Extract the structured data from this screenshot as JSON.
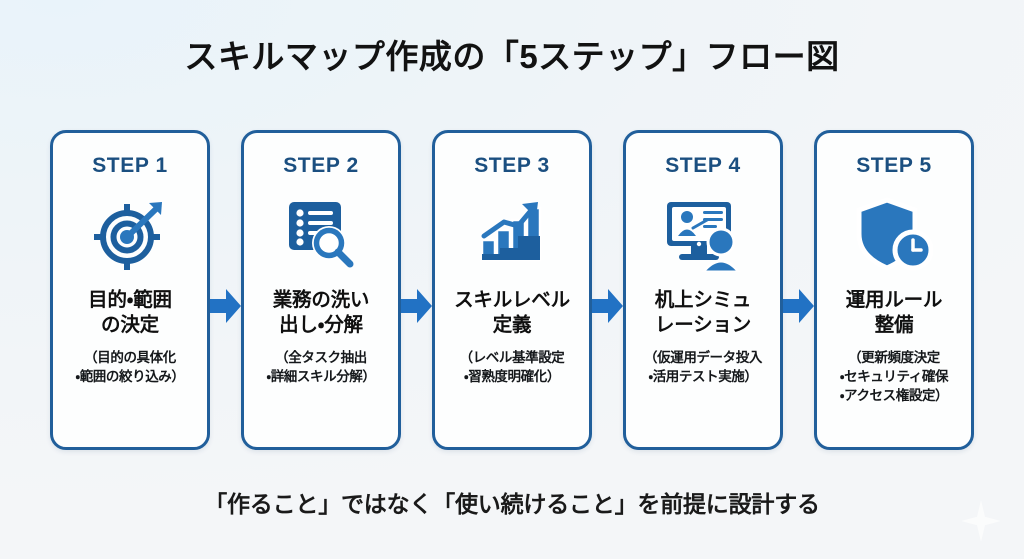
{
  "page": {
    "title": "スキルマップ作成の「5ステップ」フロー図",
    "footer": "「作ること」ではなく「使い続けること」を前提に設計する"
  },
  "colors": {
    "card_border": "#215f9b",
    "step_label": "#1b4f80",
    "arrow": "#2272c4",
    "icon_dark": "#1d5f9e",
    "icon_mid": "#2a77bd",
    "title_text": "#121212",
    "background_light": "#e9f3fa",
    "background_grey": "#f4f6f8"
  },
  "steps": [
    {
      "label": "STEP 1",
      "icon": "target-arrow-icon",
      "title": "目的・範囲\nの決定",
      "title_lines": [
        "目的・範囲",
        "の決定"
      ],
      "sub_lines": [
        "（目的の具体化",
        "・範囲の絞り込み）"
      ]
    },
    {
      "label": "STEP 2",
      "icon": "checklist-magnifier-icon",
      "title": "業務の洗い\n出し・分解",
      "title_lines": [
        "業務の洗い",
        "出し・分解"
      ],
      "sub_lines": [
        "（全タスク抽出",
        "・詳細スキル分解）"
      ]
    },
    {
      "label": "STEP 3",
      "icon": "growth-bar-chart-icon",
      "title": "スキルレベル\n定義",
      "title_lines": [
        "スキルレベル",
        "定義"
      ],
      "sub_lines": [
        "（レベル基準設定",
        "・習熟度明確化）"
      ]
    },
    {
      "label": "STEP 4",
      "icon": "presentation-monitor-icon",
      "title": "机上シミュ\nレーション",
      "title_lines": [
        "机上シミュ",
        "レーション"
      ],
      "sub_lines": [
        "（仮運用データ投入",
        "・活用テスト実施）"
      ]
    },
    {
      "label": "STEP 5",
      "icon": "shield-clock-icon",
      "title": "運用ルール\n整備",
      "title_lines": [
        "運用ルール",
        "整備"
      ],
      "sub_lines": [
        "（更新頻度決定",
        "・セキュリティ確保",
        "・アクセス権設定）"
      ]
    }
  ],
  "arrows": [
    {
      "name": "arrow-step1-to-step2",
      "glyph": "right-arrow-icon"
    },
    {
      "name": "arrow-step2-to-step3",
      "glyph": "right-arrow-icon"
    },
    {
      "name": "arrow-step3-to-step4",
      "glyph": "right-arrow-icon"
    },
    {
      "name": "arrow-step4-to-step5",
      "glyph": "right-arrow-icon"
    }
  ],
  "decoration": {
    "name": "sparkle-icon"
  }
}
